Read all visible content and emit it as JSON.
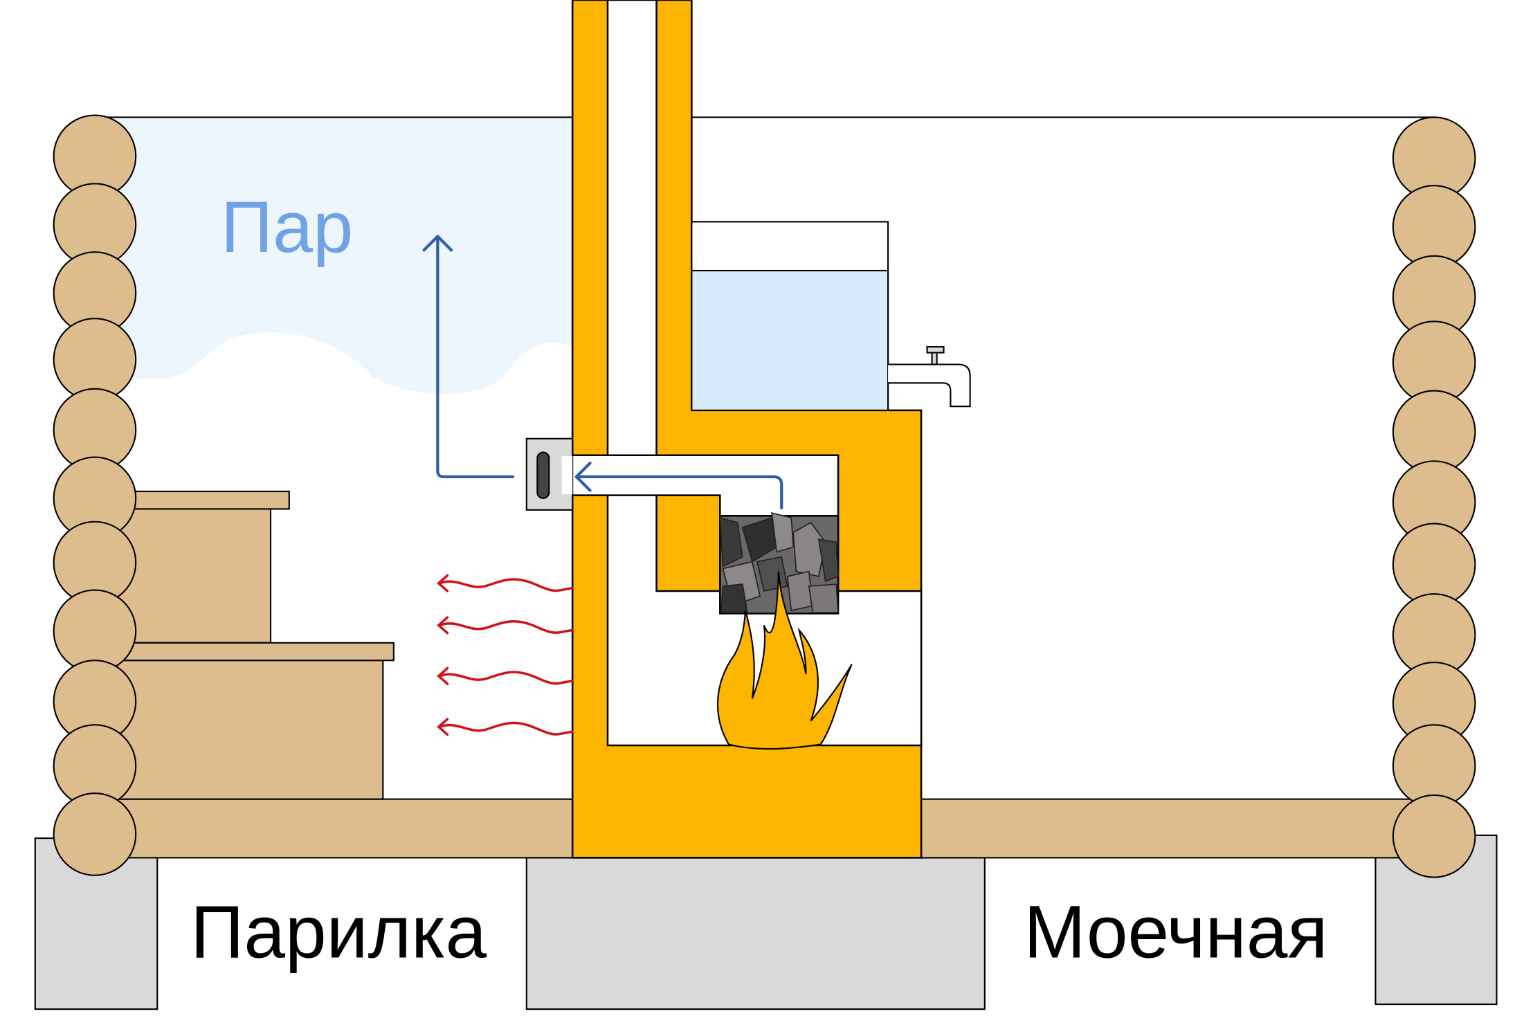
{
  "labels": {
    "steam": "Пар",
    "steam_room": "Парилка",
    "washing_room": "Моечная"
  },
  "colors": {
    "stove": "#FDB500",
    "wood": "#DDBD8D",
    "foundation": "#D9D9D9",
    "steam_sky": "#EEF6FD",
    "water": "#D6EBFC",
    "air_arrow": "#2F5DA8",
    "heat_waves": "#D0121B",
    "steam_text": "#6FA3E6"
  }
}
